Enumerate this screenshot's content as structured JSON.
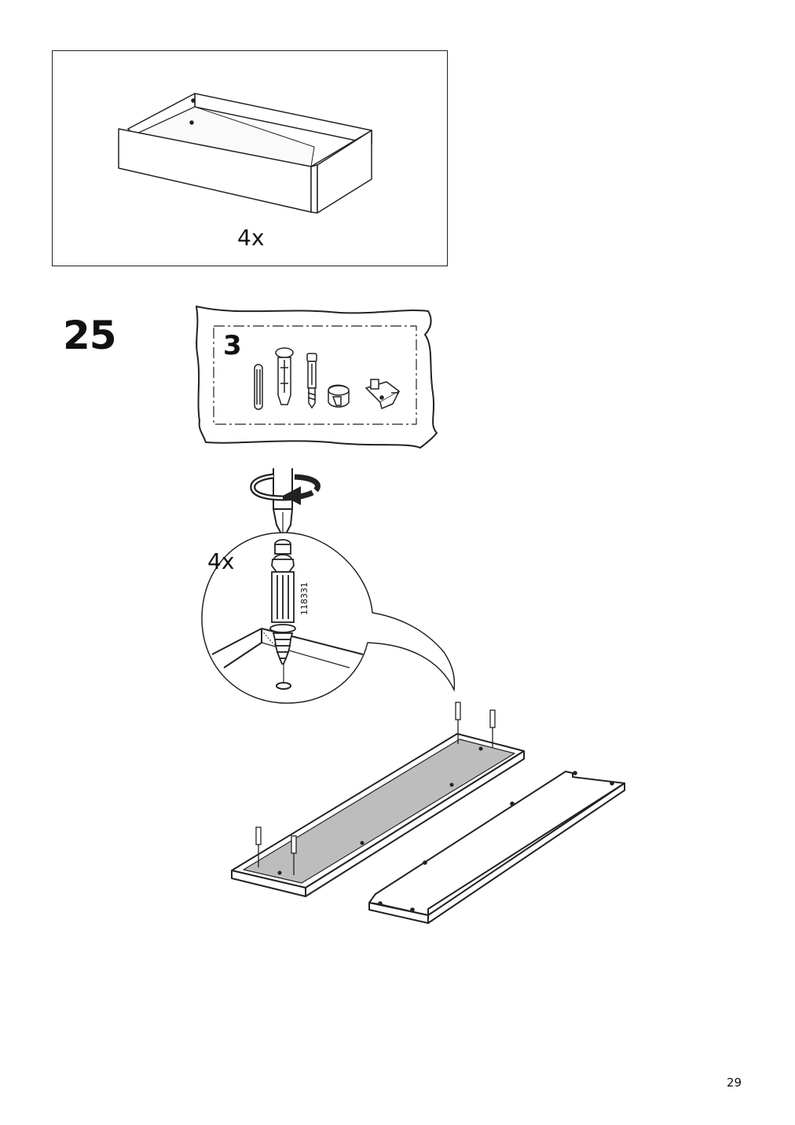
{
  "top_panel": {
    "quantity": "4x"
  },
  "step": {
    "number": "25"
  },
  "hardware_bag": {
    "count": "3"
  },
  "detail": {
    "quantity": "4x",
    "part_number": "118331"
  },
  "page": {
    "number": "29"
  }
}
